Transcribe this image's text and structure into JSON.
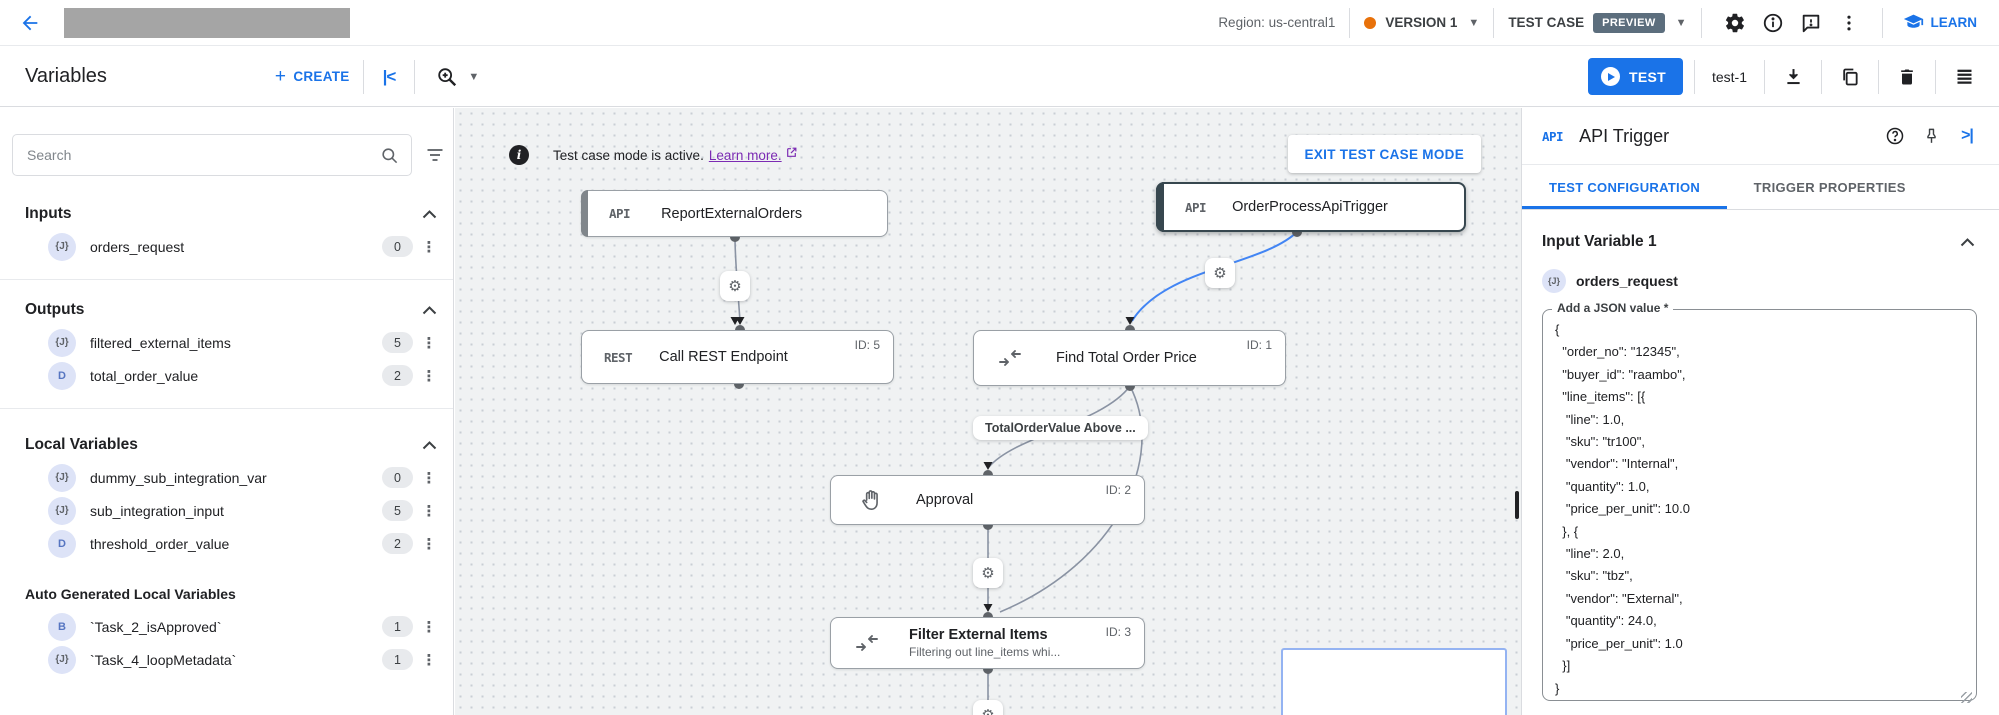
{
  "topbar": {
    "region_label": "Region: us-central1",
    "version_label": "VERSION 1",
    "test_case_label": "TEST CASE",
    "preview_badge": "PREVIEW",
    "learn_label": "LEARN"
  },
  "toolbar": {
    "title": "Variables",
    "create_label": "CREATE",
    "test_button_label": "TEST",
    "test_case_name": "test-1"
  },
  "sidebar": {
    "search_placeholder": "Search",
    "inputs_title": "Inputs",
    "outputs_title": "Outputs",
    "local_title": "Local Variables",
    "auto_title": "Auto Generated Local Variables",
    "inputs": [
      {
        "icon": "{J}",
        "label": "orders_request",
        "count": "0"
      }
    ],
    "outputs": [
      {
        "icon": "{J}",
        "label": "filtered_external_items",
        "count": "5"
      },
      {
        "icon": "D",
        "label": "total_order_value",
        "count": "2"
      }
    ],
    "locals": [
      {
        "icon": "{J}",
        "label": "dummy_sub_integration_var",
        "count": "0"
      },
      {
        "icon": "{J}",
        "label": "sub_integration_input",
        "count": "5"
      },
      {
        "icon": "D",
        "label": "threshold_order_value",
        "count": "2"
      }
    ],
    "autos": [
      {
        "icon": "B",
        "label": "`Task_2_isApproved`",
        "count": "1"
      },
      {
        "icon": "{J}",
        "label": "`Task_4_loopMetadata`",
        "count": "1"
      }
    ]
  },
  "canvas": {
    "banner": {
      "text": "Test case mode is active.",
      "link": "Learn more.",
      "exit_button": "EXIT TEST CASE MODE"
    },
    "nodes": {
      "report": {
        "type": "API",
        "title": "ReportExternalOrders"
      },
      "orderTrigger": {
        "type": "API",
        "title": "OrderProcessApiTrigger"
      },
      "rest": {
        "type": "REST",
        "title": "Call REST Endpoint",
        "id": "ID: 5"
      },
      "findTotal": {
        "title": "Find Total Order Price",
        "id": "ID: 1"
      },
      "approval": {
        "title": "Approval",
        "id": "ID: 2"
      },
      "filter": {
        "title": "Filter External Items",
        "subtitle": "Filtering out line_items whi...",
        "id": "ID: 3"
      }
    },
    "edge_label": "TotalOrderValue Above ...",
    "gear_glyph": "⚙"
  },
  "panel": {
    "badge": "API",
    "title": "API Trigger",
    "tabs": [
      {
        "label": "TEST CONFIGURATION"
      },
      {
        "label": "TRIGGER PROPERTIES"
      }
    ],
    "section_title": "Input Variable 1",
    "variable": {
      "icon": "{J}",
      "name": "orders_request"
    },
    "field_label": "Add a JSON value *",
    "json_value": "{\n  \"order_no\": \"12345\",\n  \"buyer_id\": \"raambo\",\n  \"line_items\": [{\n   \"line\": 1.0,\n   \"sku\": \"tr100\",\n   \"vendor\": \"Internal\",\n   \"quantity\": 1.0,\n   \"price_per_unit\": 10.0\n  }, {\n   \"line\": 2.0,\n   \"sku\": \"tbz\",\n   \"vendor\": \"External\",\n   \"quantity\": 24.0,\n   \"price_per_unit\": 1.0\n  }]\n}"
  },
  "colors": {
    "accent_blue": "#1a73e8",
    "selected_edge_blue": "#4285f4",
    "version_dot_orange": "#e8710a",
    "preview_badge_bg": "#5c6e7d",
    "link_purple": "#7b2bb3"
  }
}
